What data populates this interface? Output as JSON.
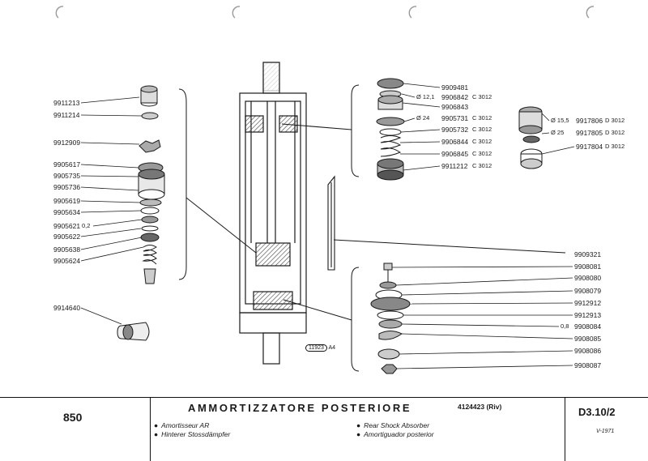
{
  "left_parts": [
    {
      "num": "9911213"
    },
    {
      "num": "9911214"
    },
    {
      "num": "9912909"
    },
    {
      "num": "9905617"
    },
    {
      "num": "9905735"
    },
    {
      "num": "9905736"
    },
    {
      "num": "9905619"
    },
    {
      "num": "9905634"
    },
    {
      "num": "9905621",
      "size": "0,2"
    },
    {
      "num": "9905622"
    },
    {
      "num": "9905638"
    },
    {
      "num": "9905624"
    },
    {
      "num": "9914640"
    }
  ],
  "upper_right_parts": [
    {
      "num": "9909481",
      "size": "",
      "code": ""
    },
    {
      "num": "9906842",
      "size": "Ø 12,1",
      "code": "C 3012"
    },
    {
      "num": "9906843",
      "size": "",
      "code": ""
    },
    {
      "num": "9905731",
      "size": "Ø 24",
      "code": "C 3012"
    },
    {
      "num": "9905732",
      "size": "",
      "code": "C 3012"
    },
    {
      "num": "9906844",
      "size": "",
      "code": "C 3012"
    },
    {
      "num": "9906845",
      "size": "",
      "code": "C 3012"
    },
    {
      "num": "9911212",
      "size": "",
      "code": "C 3012"
    }
  ],
  "far_right_parts": [
    {
      "num": "9917806",
      "size": "Ø 15,5",
      "code": "D 3012"
    },
    {
      "num": "9917805",
      "size": "Ø 25",
      "code": "D 3012"
    },
    {
      "num": "9917804",
      "size": "",
      "code": "D 3012"
    }
  ],
  "lower_right_parts": [
    {
      "num": "9909321",
      "size": ""
    },
    {
      "num": "9908081",
      "size": ""
    },
    {
      "num": "9908080",
      "size": ""
    },
    {
      "num": "9908079",
      "size": ""
    },
    {
      "num": "9912912",
      "size": ""
    },
    {
      "num": "9912913",
      "size": ""
    },
    {
      "num": "9908084",
      "size": "0,8"
    },
    {
      "num": "9908085",
      "size": ""
    },
    {
      "num": "9908086",
      "size": ""
    },
    {
      "num": "9908087",
      "size": ""
    }
  ],
  "drawing_ref": {
    "code": "11923",
    "sheet": "A4"
  },
  "footer": {
    "model": "850",
    "title": "AMMORTIZZATORE POSTERIORE",
    "part_number": "4124423 (Riv)",
    "desc_fr": "Amortisseur AR",
    "desc_de": "Hinterer Stossdämpfer",
    "desc_en": "Rear Shock Absorber",
    "desc_es": "Amortiguador posterior",
    "page": "D3.10/2",
    "date": "V-1971"
  },
  "colors": {
    "ink": "#1a1a1a",
    "paper": "#ffffff",
    "hatch": "#444444"
  }
}
